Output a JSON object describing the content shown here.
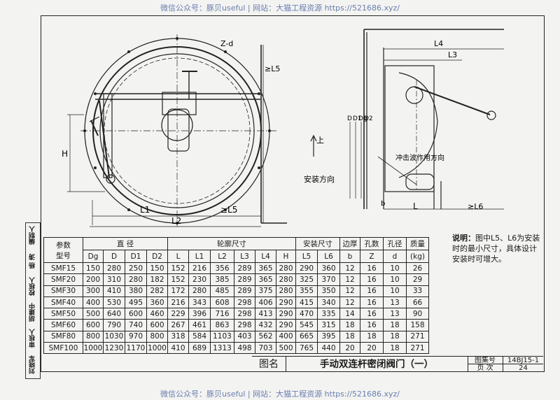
{
  "watermark": {
    "top": "微信公众号：豚贝useful | 网站：大猫工程资源 https://521686.xyz/",
    "bottom": "微信公众号：豚贝useful | 网站：大猫工程资源 https://521686.xyz/"
  },
  "sidebar": [
    "编制人",
    "杨 涛",
    "校核人",
    "胡建中",
    "审核人",
    "刘晓军"
  ],
  "drawing_left": {
    "labels": {
      "zd": "Z-d",
      "l5_top": "≥L5",
      "h": "H",
      "l1": "L1",
      "l5_bottom": "≥L5",
      "l2": "L2"
    }
  },
  "drawing_right": {
    "labels": {
      "l4": "L4",
      "l3": "L3",
      "d": "D",
      "d1": "D1",
      "dg": "Dg",
      "d2": "D2",
      "up": "上",
      "install_dir": "安装方向",
      "impact_dir": "冲击波作用方向",
      "b": "b",
      "l": "L",
      "l6": "≥L6"
    }
  },
  "table": {
    "group_headers": {
      "param": "参数",
      "model": "型号",
      "diameter": "直 径",
      "outline": "轮廓尺寸",
      "install": "安装尺寸",
      "edge": "边厚",
      "holes": "孔数",
      "hole_d": "孔径",
      "mass": "质量"
    },
    "sub_headers": [
      "Dg",
      "D",
      "D1",
      "D2",
      "L",
      "L1",
      "L2",
      "L3",
      "L4",
      "H",
      "L5",
      "L6",
      "b",
      "Z",
      "d",
      "(kg)"
    ],
    "rows": [
      [
        "SMF15",
        "150",
        "280",
        "250",
        "150",
        "152",
        "216",
        "356",
        "289",
        "365",
        "280",
        "290",
        "360",
        "12",
        "16",
        "10",
        "26"
      ],
      [
        "SMF20",
        "200",
        "310",
        "280",
        "182",
        "152",
        "230",
        "385",
        "289",
        "365",
        "280",
        "325",
        "370",
        "12",
        "16",
        "10",
        "29"
      ],
      [
        "SMF30",
        "300",
        "410",
        "380",
        "282",
        "172",
        "280",
        "485",
        "289",
        "375",
        "280",
        "355",
        "350",
        "12",
        "16",
        "10",
        "33"
      ],
      [
        "SMF40",
        "400",
        "530",
        "495",
        "360",
        "216",
        "343",
        "608",
        "298",
        "406",
        "290",
        "415",
        "340",
        "12",
        "16",
        "13",
        "66"
      ],
      [
        "SMF50",
        "500",
        "640",
        "600",
        "460",
        "229",
        "396",
        "716",
        "298",
        "413",
        "290",
        "470",
        "335",
        "14",
        "16",
        "13",
        "90"
      ],
      [
        "SMF60",
        "600",
        "790",
        "740",
        "600",
        "267",
        "461",
        "863",
        "298",
        "432",
        "290",
        "545",
        "315",
        "18",
        "16",
        "18",
        "158"
      ],
      [
        "SMF80",
        "800",
        "1030",
        "970",
        "800",
        "318",
        "584",
        "1103",
        "403",
        "562",
        "400",
        "665",
        "395",
        "18",
        "18",
        "18",
        "271"
      ],
      [
        "SMF100",
        "1000",
        "1230",
        "1170",
        "1000",
        "410",
        "689",
        "1313",
        "498",
        "703",
        "500",
        "765",
        "440",
        "20",
        "20",
        "18",
        "271"
      ]
    ]
  },
  "note": {
    "label": "说明：",
    "text": "图中L5、L6为安装时的最小尺寸，具体设计安装时可增大。"
  },
  "title_block": {
    "label": "图名",
    "title": "手动双连杆密闭阀门（一）",
    "atlas_key": "图集号",
    "atlas_val": "14BJ15-1",
    "page_key": "页 次",
    "page_val": "24"
  }
}
